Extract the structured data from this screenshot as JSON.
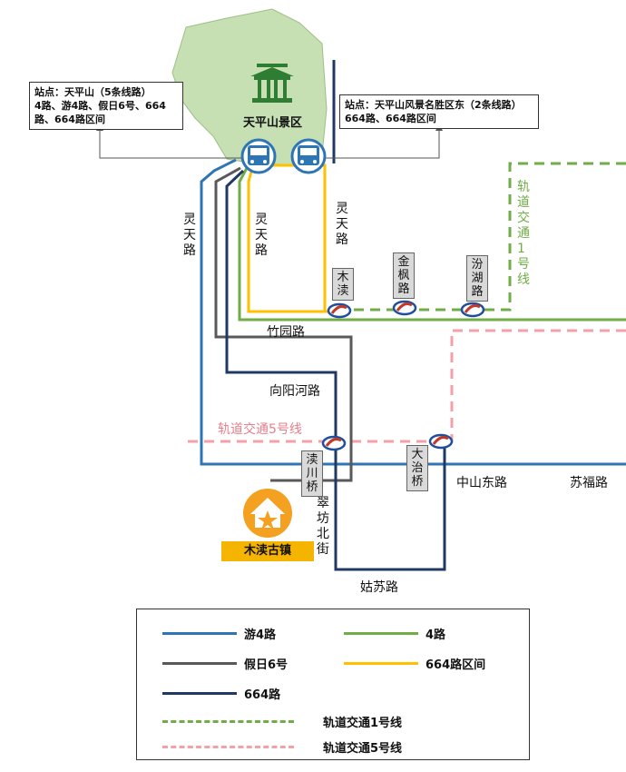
{
  "scenic_area": {
    "name": "天平山景区"
  },
  "callouts": {
    "left": {
      "title": "站点：天平山（5条线路）",
      "body": "4路、游4路、假日6号、664路、664路区间"
    },
    "right": {
      "title": "站点：天平山风景名胜区东（2条线路）",
      "body": "664路、664路区间"
    }
  },
  "roads": {
    "lingtian_left": "灵天路",
    "lingtian_mid": "灵天路",
    "lingtian_right": "灵天路",
    "zhuyuan": "竹园路",
    "xiangyanghe": "向阳河路",
    "zhongshan_east": "中山东路",
    "sufu": "苏福路",
    "cuifang_north": "翠坊北街",
    "gusu": "姑苏路"
  },
  "rail_labels": {
    "line1": "轨道交通1号线",
    "line5": "轨道交通5号线"
  },
  "stations": {
    "mudu": "木渎",
    "jinfeng": "金枫路",
    "fenhu": "汾湖路",
    "xuchuanqiao": "渎川桥",
    "dazhiqiao": "大治桥"
  },
  "landmark": {
    "name": "木渎古镇"
  },
  "legend": {
    "items": [
      {
        "label": "游4路",
        "color": "#2e75b6",
        "style": "solid"
      },
      {
        "label": "4路",
        "color": "#70ad47",
        "style": "solid"
      },
      {
        "label": "假日6号",
        "color": "#595959",
        "style": "solid"
      },
      {
        "label": "664路区间",
        "color": "#ffc000",
        "style": "solid"
      },
      {
        "label": "664路",
        "color": "#1f3864",
        "style": "solid"
      },
      {
        "label": "轨道交通1号线",
        "color": "#70ad47",
        "style": "dashed"
      },
      {
        "label": "轨道交通5号线",
        "color": "#f4a0a8",
        "style": "dashed"
      }
    ]
  },
  "colors": {
    "scenic_fill": "#c6e0b4",
    "temple_icon": "#2e7d32",
    "bus_icon": "#2e75b6",
    "landmark_icon": "#f4a020",
    "metro_icon_red": "#c0392b",
    "metro_icon_blue": "#1f4e9c"
  },
  "icons": {
    "temple": "pavilion-icon",
    "bus": "bus-icon",
    "metro": "metro-icon",
    "landmark": "ancient-town-icon"
  }
}
